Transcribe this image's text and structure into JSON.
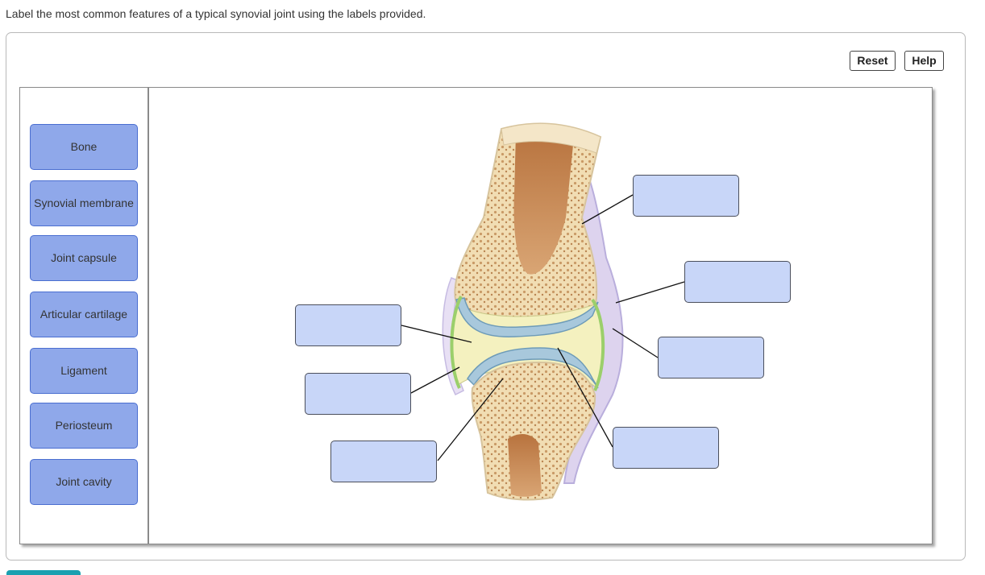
{
  "instructions": "Label the most common features of a typical synovial joint using the labels provided.",
  "toolbar": {
    "reset_label": "Reset",
    "help_label": "Help"
  },
  "labels": [
    {
      "text": "Bone"
    },
    {
      "text": "Synovial membrane"
    },
    {
      "text": "Joint capsule"
    },
    {
      "text": "Articular cartilage"
    },
    {
      "text": "Ligament"
    },
    {
      "text": "Periosteum"
    },
    {
      "text": "Joint cavity"
    }
  ],
  "drop_targets_count": 7,
  "colors": {
    "label_fill": "#8fa8ea",
    "label_border": "#4a6ed0",
    "drop_fill": "#c8d6f8",
    "bone": "#f3e2bd",
    "marrow": "#c98a55",
    "cartilage": "#8fb3c9",
    "synovial_membrane": "#9bcf6b",
    "joint_cavity": "#f4f1bf",
    "capsule": "#c9bfe6"
  }
}
